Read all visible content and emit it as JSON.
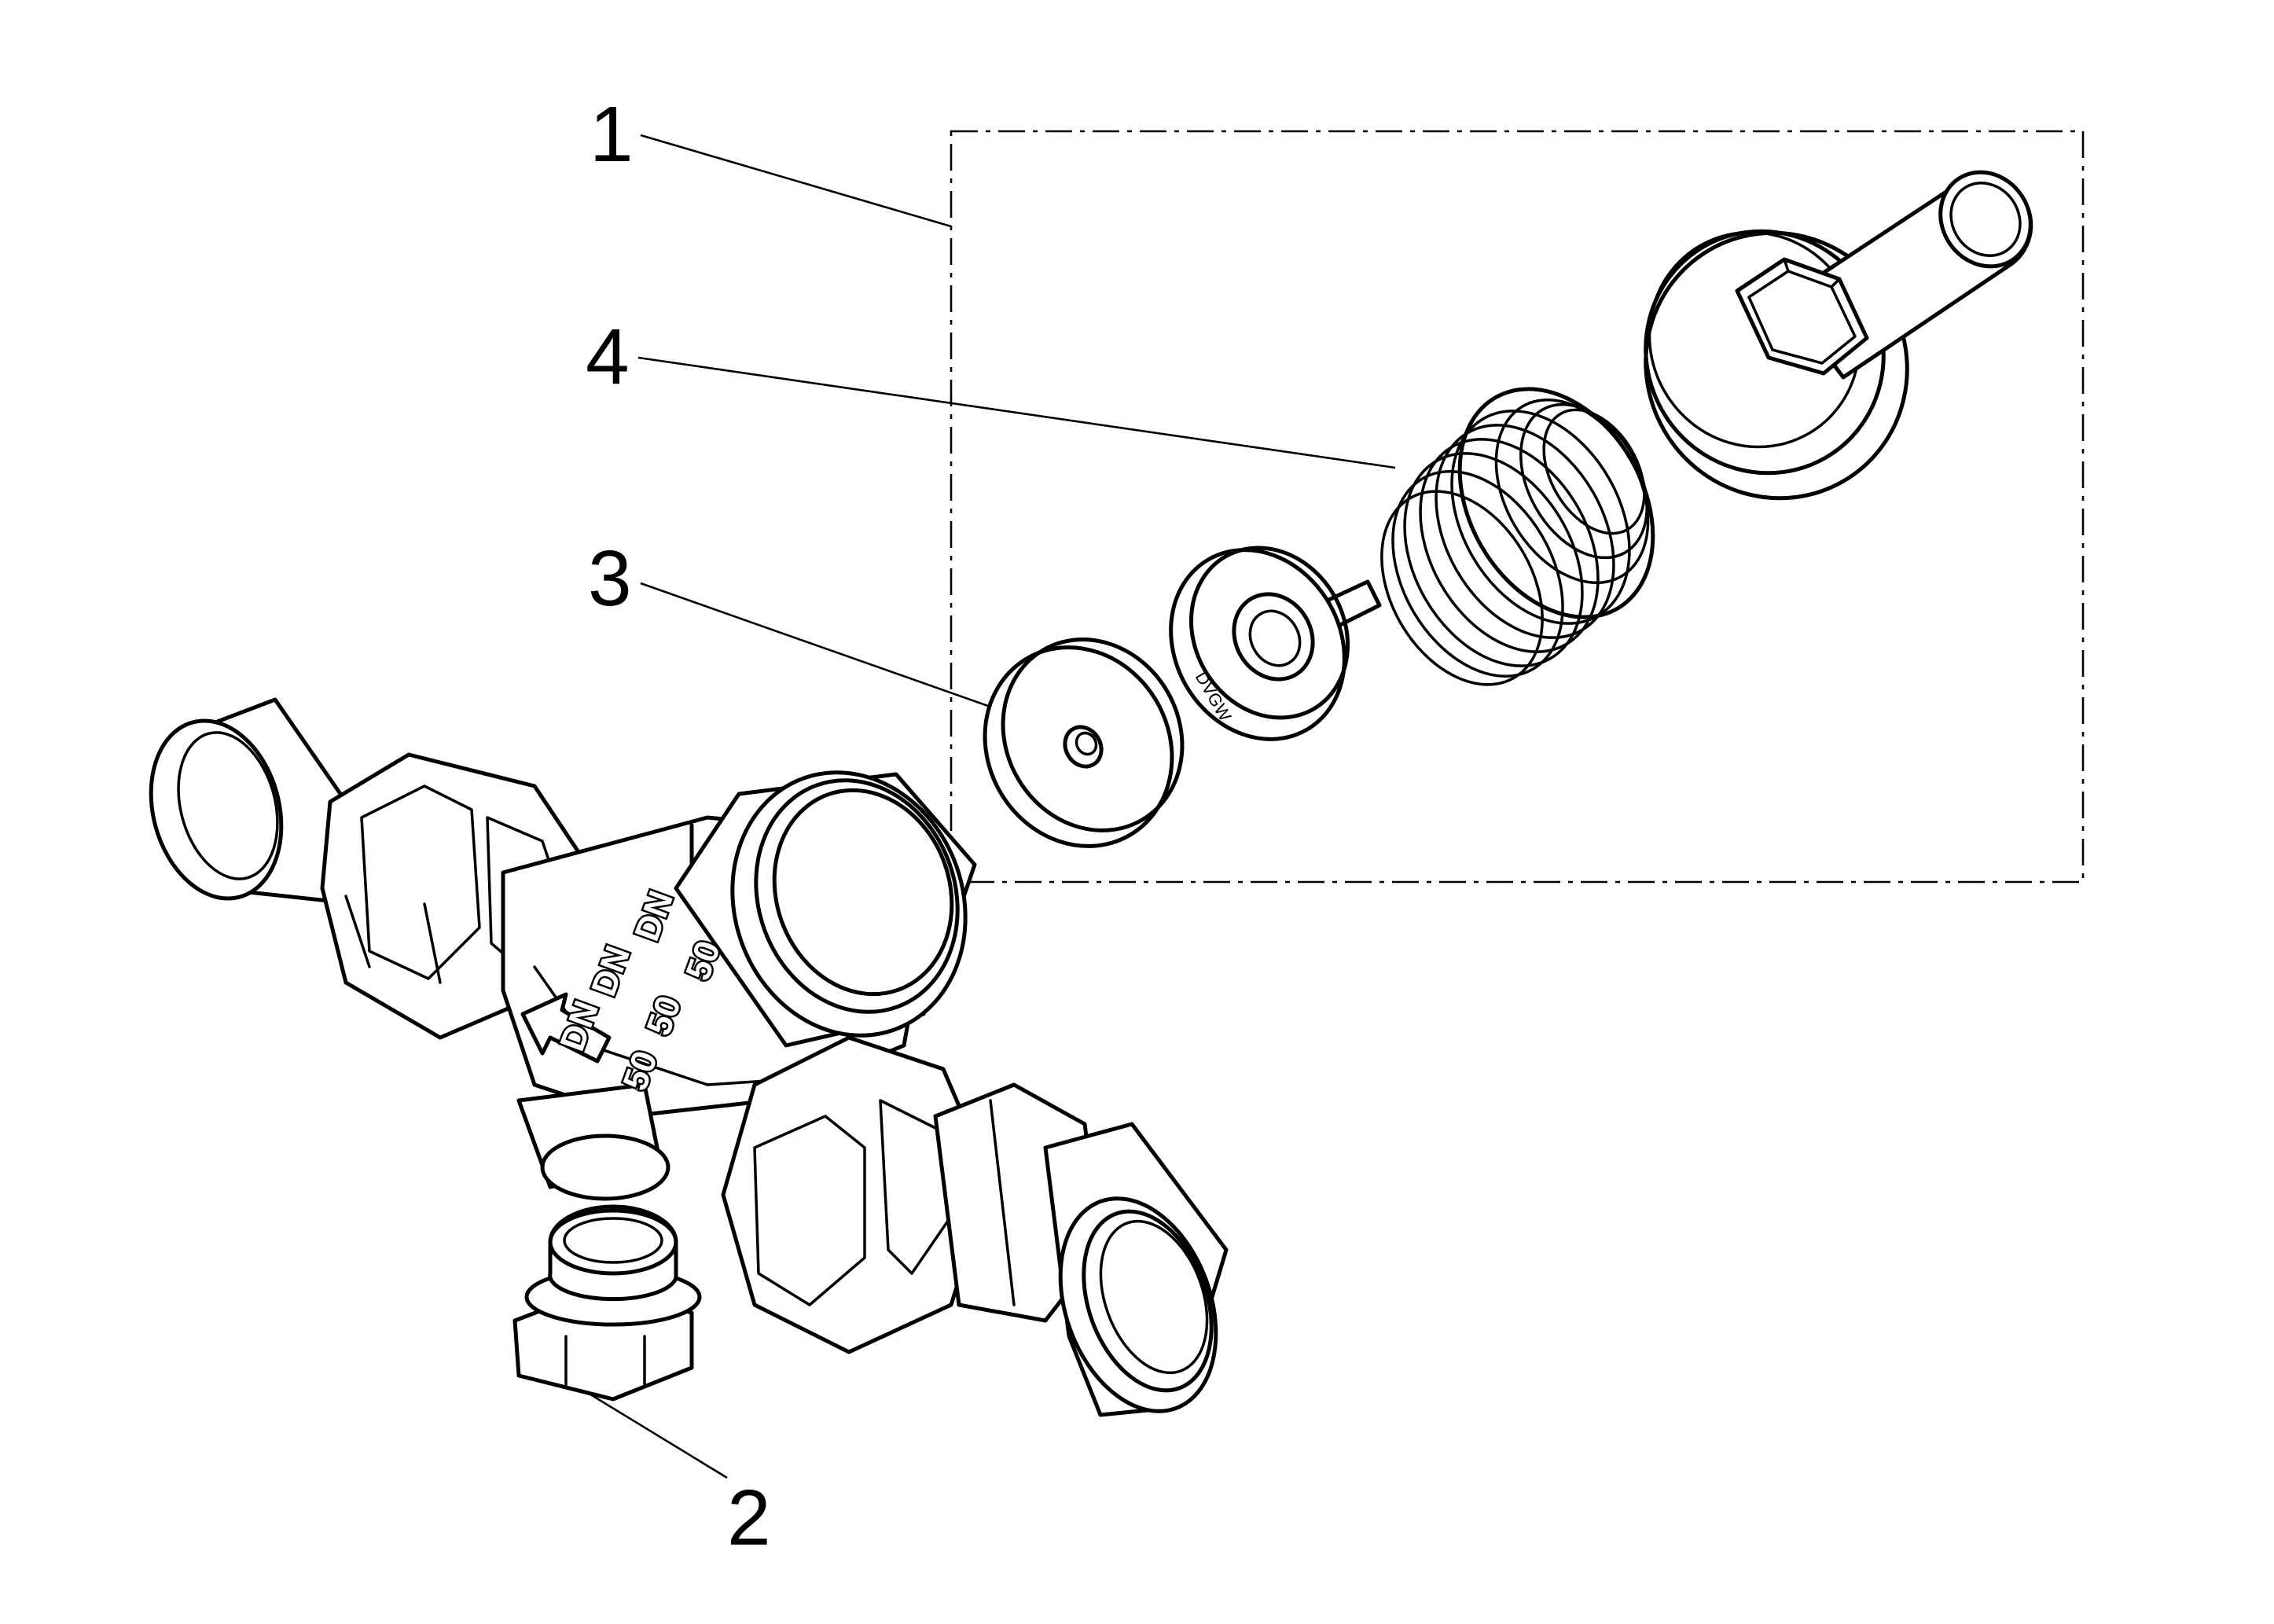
{
  "callouts": {
    "c1": "1",
    "c2": "2",
    "c3": "3",
    "c4": "4"
  },
  "body_markings": [
    "DN",
    "DN",
    "DN",
    "50",
    "50",
    "50"
  ],
  "seal_marking": "DVGW",
  "colors": {
    "line": "#000000",
    "background": "#ffffff"
  }
}
